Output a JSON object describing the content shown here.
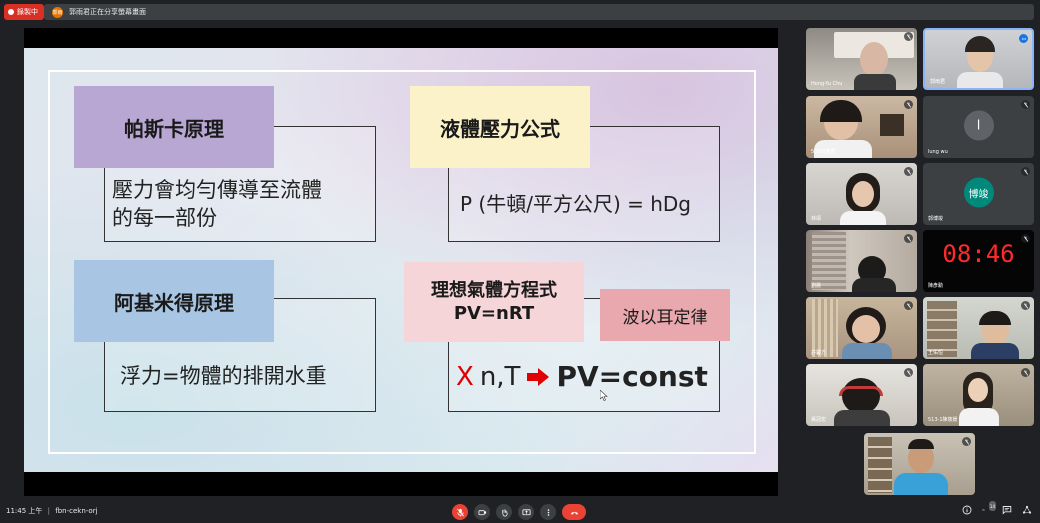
{
  "topbar": {
    "recording_label": "錄製中",
    "presenter_avatar": "郭雨",
    "presenter_notice": "郭雨君正在分享螢幕畫面"
  },
  "slide": {
    "box1": {
      "title": "帕斯卡原理",
      "body_line1": "壓力會均勻傳導至流體",
      "body_line2": "的每一部份"
    },
    "box2": {
      "title": "液體壓力公式",
      "body": "P (牛頓/平方公尺) = hDg"
    },
    "box3": {
      "title": "阿基米得原理",
      "body": "浮力=物體的排開水重"
    },
    "box4": {
      "title_line1": "理想氣體方程式",
      "title_line2": "PV=nRT",
      "sub_label": "波以耳定律",
      "cross": "X",
      "vars": "n,T",
      "result": "PV=const"
    },
    "colors": {
      "purple": "#b8a6d3",
      "yellow": "#fbf2c9",
      "blue": "#a8c6e4",
      "pink": "#f5d5d8",
      "rose": "#e8a8ad",
      "arrow": "#e00000"
    }
  },
  "participants": [
    {
      "name": "Hong-Yu Chu",
      "muted": true
    },
    {
      "name": "郭雨君",
      "muted": false
    },
    {
      "name": "505林雨萱",
      "muted": true
    },
    {
      "name": "lung wu",
      "muted": true,
      "initial": "l",
      "avatar_color": "#5f6368"
    },
    {
      "name": "林頌",
      "muted": true
    },
    {
      "name": "郭博竣",
      "muted": true,
      "initial": "博竣",
      "avatar_color": "#00897b"
    },
    {
      "name": "劉晨",
      "muted": true
    },
    {
      "name": "陳彥勳",
      "muted": true,
      "clock": "08:46"
    },
    {
      "name": "許馨方",
      "muted": true
    },
    {
      "name": "王佑恒",
      "muted": true
    },
    {
      "name": "黃冠宏",
      "muted": true
    },
    {
      "name": "513-1陳筱媛",
      "muted": true
    },
    {
      "name": "",
      "muted": true
    }
  ],
  "bottombar": {
    "time": "11:45 上午",
    "separator": "|",
    "meeting_code": "fbn-cekn-orj",
    "people_count": "14"
  }
}
